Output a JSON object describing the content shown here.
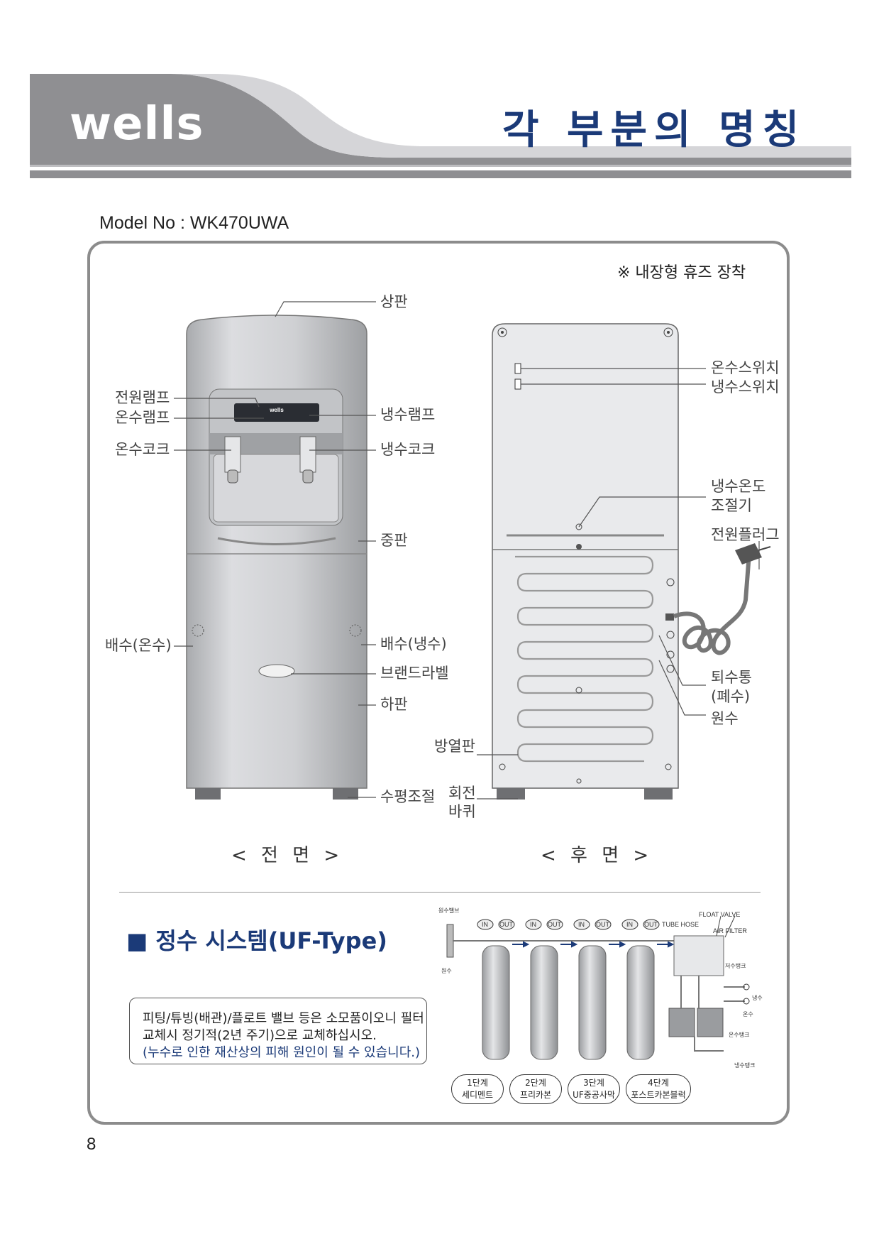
{
  "header": {
    "brand": "wells",
    "title": "각 부분의 명칭"
  },
  "model": "Model No : WK470UWA",
  "fuse_note": "※ 내장형 휴즈 장착",
  "front": {
    "view_label": "< 전    면 >",
    "labels": {
      "top_panel": "상판",
      "power_lamp": "전원램프",
      "hot_lamp": "온수램프",
      "hot_cock": "온수코크",
      "cold_lamp": "냉수램프",
      "cold_cock": "냉수코크",
      "middle_panel": "중판",
      "drain_hot": "배수(온수)",
      "drain_cold": "배수(냉수)",
      "brand_label": "브랜드라벨",
      "bottom_panel": "하판",
      "leveler": "수평조절"
    },
    "display_brand": "wells"
  },
  "back": {
    "view_label": "< 후    면 >",
    "labels": {
      "hot_switch": "온수스위치",
      "cold_switch": "냉수스위치",
      "cold_temp_1": "냉수온도",
      "cold_temp_2": "조절기",
      "power_plug": "전원플러그",
      "waste_1": "퇴수통",
      "waste_2": "(폐수)",
      "raw_water": "원수",
      "radiator": "방열판",
      "caster_1": "회전",
      "caster_2": "바퀴"
    }
  },
  "system": {
    "title": "■ 정수 시스템(UF-Type)",
    "note_lines": [
      "피팅/튜빙(배관)/플로트 밸브 등은 소모품이오니 필터",
      "교체시 정기적(2년 주기)으로 교체하십시오.",
      "(누수로 인한 재산상의 피해 원인이 될 수 있습니다.)"
    ],
    "diagram_labels": {
      "raw_valve": "원수밸브",
      "raw": "원수",
      "in": "IN",
      "out": "OUT",
      "tube_hose": "TUBE HOSE",
      "float_valve": "FLOAT VALVE",
      "air_filter": "AIR FILTER",
      "storage_tank": "저수탱크",
      "cold_water": "냉수",
      "hot_water": "온수",
      "hot_tank": "온수탱크",
      "cold_tank": "냉수탱크"
    },
    "stages": [
      {
        "line1": "1단계",
        "line2": "세디멘트"
      },
      {
        "line1": "2단계",
        "line2": "프리카본"
      },
      {
        "line1": "3단계",
        "line2": "UF중공사막"
      },
      {
        "line1": "4단계",
        "line2": "포스트카본블럭"
      }
    ]
  },
  "page_number": "8"
}
